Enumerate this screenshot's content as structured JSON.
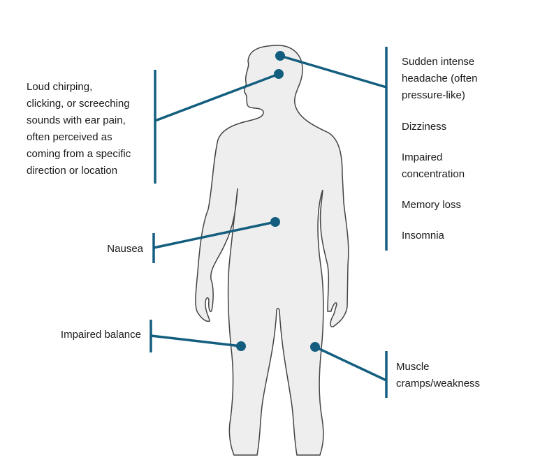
{
  "accent_color": "#135e7f",
  "body_fill": "#eeeeee",
  "labels": {
    "ear": [
      "Loud chirping,",
      "clicking, or screeching",
      "sounds with ear pain,",
      "often perceived as",
      "coming from a specific",
      "direction or location"
    ],
    "head": [
      [
        "Sudden intense",
        "headache (often",
        "pressure-like)"
      ],
      [
        "Dizziness"
      ],
      [
        "Impaired",
        "concentration"
      ],
      [
        "Memory loss"
      ],
      [
        "Insomnia"
      ]
    ],
    "nausea": "Nausea",
    "balance": "Impaired balance",
    "muscle": [
      "Muscle",
      "cramps/weakness"
    ]
  }
}
